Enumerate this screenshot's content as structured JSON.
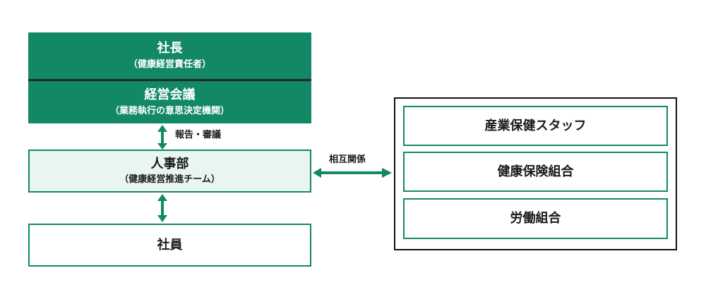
{
  "left": {
    "president": {
      "title": "社長",
      "subtitle": "（健康経営責任者）"
    },
    "meeting": {
      "title": "経営会議",
      "subtitle": "（業務執行の意思決定機関）"
    },
    "report_label": "報告・審議",
    "hr": {
      "title": "人事部",
      "subtitle": "（健康経営推進チーム）"
    },
    "employees": {
      "title": "社員"
    }
  },
  "relation_label": "相互関係",
  "right": {
    "items": [
      {
        "label": "産業保健スタッフ"
      },
      {
        "label": "健康保険組合"
      },
      {
        "label": "労働組合"
      }
    ]
  },
  "colors": {
    "primary_green": "#138866",
    "light_green": "#e8f5f1",
    "border_dark": "#111111"
  }
}
